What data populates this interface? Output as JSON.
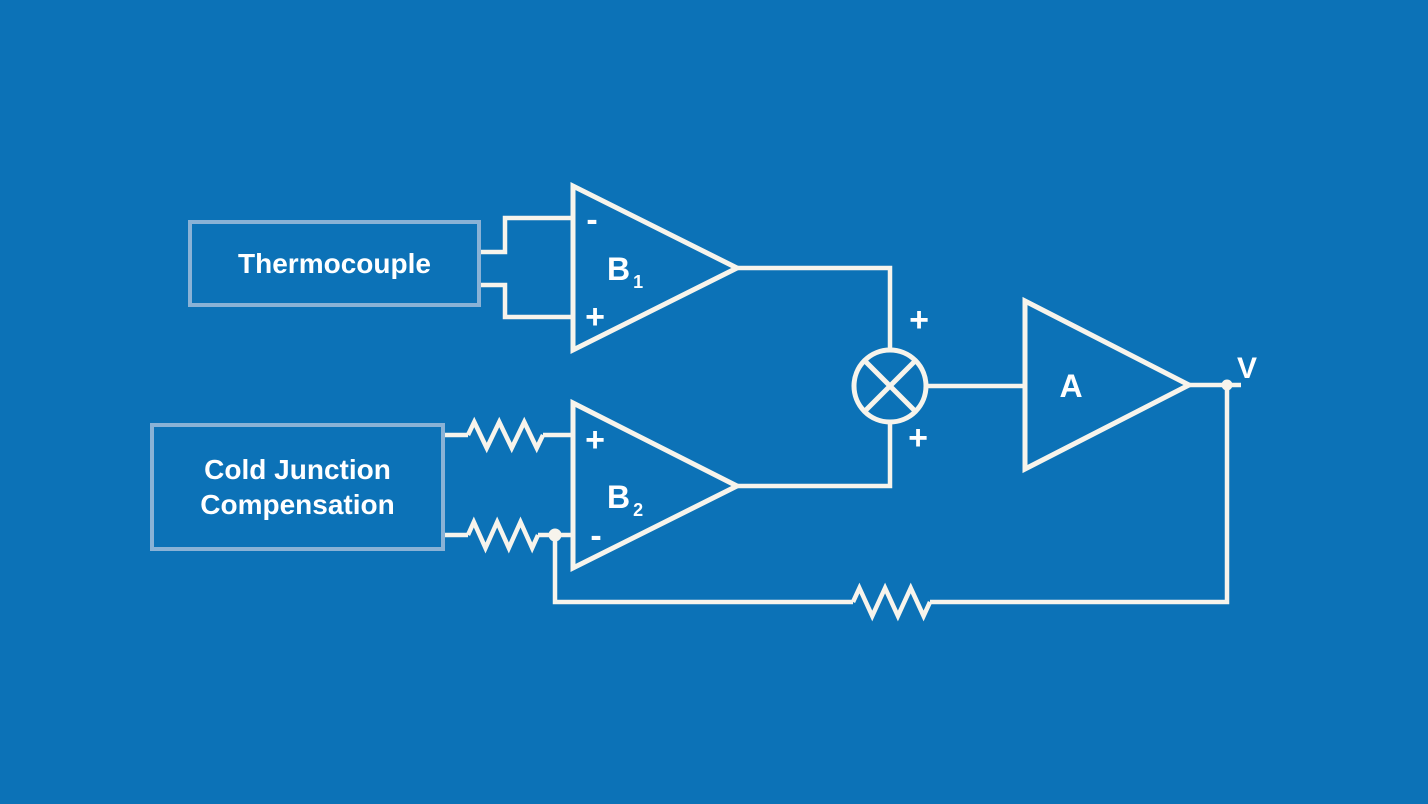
{
  "colors": {
    "background": "#0c72b7",
    "wire": "#f7f4ec",
    "box_border": "#8ab2d6",
    "text": "#ffffff"
  },
  "blocks": {
    "thermocouple": {
      "label": "Thermocouple"
    },
    "cold_junction_compensation": {
      "line1": "Cold Junction",
      "line2": "Compensation"
    }
  },
  "amplifiers": {
    "b1": {
      "name": "B",
      "sub": "1",
      "top_sign": "-",
      "bottom_sign": "+"
    },
    "b2": {
      "name": "B",
      "sub": "2",
      "top_sign": "+",
      "bottom_sign": "-"
    },
    "a": {
      "name": "A"
    }
  },
  "summing_junction": {
    "top_sign": "+",
    "bottom_sign": "+"
  },
  "output": {
    "label": "V"
  }
}
